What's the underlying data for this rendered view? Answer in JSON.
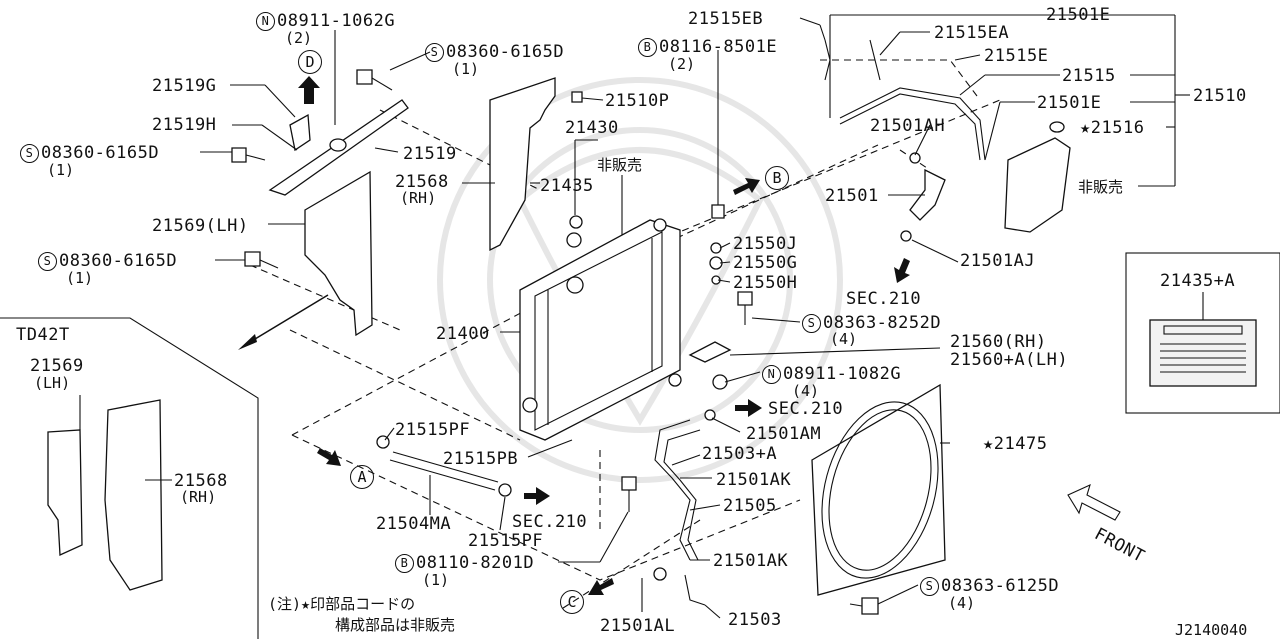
{
  "diagram_code": "J2140040",
  "labels": {
    "n_08911_1062g": "08911-1062G",
    "n_08911_1062g_qty": "(2)",
    "s_08360_top": "08360-6165D",
    "s_08360_top_qty": "(1)",
    "p21519g": "21519G",
    "p21519h": "21519H",
    "s_08360_left": "08360-6165D",
    "s_08360_left_qty": "(1)",
    "p21519": "21519",
    "p21568rh": "21568",
    "p21568rh_sub": "(RH)",
    "p21569lh": "21569(LH)",
    "s_08360_mid": "08360-6165D",
    "s_08360_mid_qty": "(1)",
    "b_08116": "08116-8501E",
    "b_08116_qty": "(2)",
    "p21510p": "21510P",
    "p21430": "21430",
    "hihanbai1": "非販売",
    "p21435": "21435",
    "p21515eb": "21515EB",
    "p21515ea": "21515EA",
    "p21515e": "21515E",
    "p21501e_top": "21501E",
    "p21515": "21515",
    "p21510": "21510",
    "p21501e_mid": "21501E",
    "p21516": "21516",
    "p21501ah": "21501AH",
    "p21501": "21501",
    "hihanbai2": "非販売",
    "p21550j": "21550J",
    "p21550g": "21550G",
    "p21550h": "21550H",
    "p21501aj": "21501AJ",
    "sec210_a": "SEC.210",
    "s_08363_8252d": "08363-8252D",
    "s_08363_8252d_qty": "(4)",
    "p21400": "21400",
    "p21560rh": "21560(RH)",
    "p21560alh": "21560+A(LH)",
    "n_08911_1082g": "08911-1082G",
    "n_08911_1082g_qty": "(4)",
    "sec210_b": "SEC.210",
    "p21501am": "21501AM",
    "p21475": "21475",
    "p21515pf_top": "21515PF",
    "p21515pb": "21515PB",
    "p21503a": "21503+A",
    "p21501ak_top": "21501AK",
    "p21505": "21505",
    "p21504ma": "21504MA",
    "sec210_c": "SEC.210",
    "p21515pf_bot": "21515PF",
    "b_08110": "08110-8201D",
    "b_08110_qty": "(1)",
    "p21501ak_bot": "21501AK",
    "s_08363_6125d": "08363-6125D",
    "s_08363_6125d_qty": "(4)",
    "note_line1": "(注)★印部品コードの",
    "note_line2": "構成部品は非販売",
    "p21501al": "21501AL",
    "p21503": "21503",
    "td42t": "TD42T",
    "td_21569": "21569",
    "td_21569_sub": "(LH)",
    "td_21568": "21568",
    "td_21568_sub": "(RH)",
    "inset_21435a": "21435+A",
    "front": "FRONT"
  },
  "markers": {
    "s": "S",
    "n": "N",
    "b": "B",
    "a": "A",
    "c": "C",
    "d": "D",
    "star": "★"
  }
}
